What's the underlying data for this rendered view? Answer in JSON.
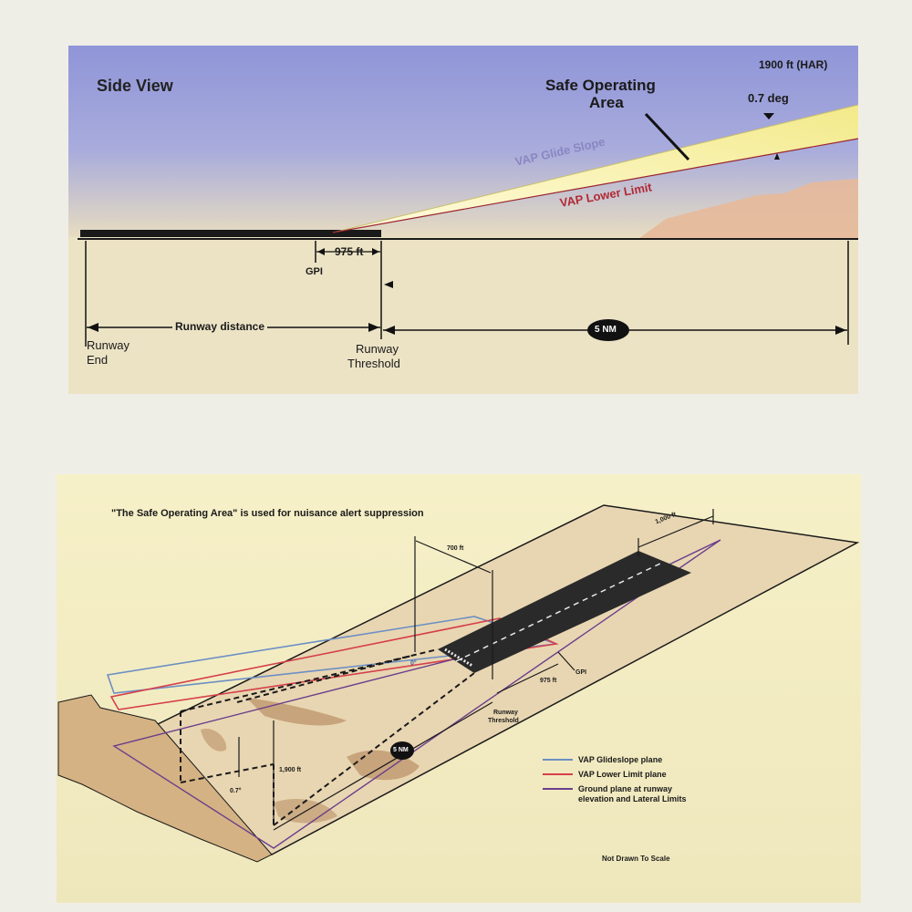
{
  "side_view": {
    "title": "Side View",
    "altitude_label": "1900 ft (HAR)",
    "soa_label_line1": "Safe Operating",
    "soa_label_line2": "Area",
    "angle_label": "0.7 deg",
    "glide_slope_label": "VAP Glide Slope",
    "lower_limit_label": "VAP Lower Limit",
    "gpi_distance": "975 ft",
    "gpi_label": "GPI",
    "runway_distance_label": "Runway distance",
    "nm_marker": "5 NM",
    "runway_end_line1": "Runway",
    "runway_end_line2": "End",
    "threshold_line1": "Runway",
    "threshold_line2": "Threshold"
  },
  "plan_view": {
    "caption": "\"The Safe Operating Area\" is used for nuisance alert suppression",
    "width_1000": "1,000 ft",
    "width_700": "700 ft",
    "gpi_label": "GPI",
    "gpi_distance": "975 ft",
    "threshold_line1": "Runway",
    "threshold_line2": "Threshold",
    "nm_marker": "5 NM",
    "height_label": "1,900 ft",
    "angle_label": "0.7°",
    "small_angle_label": "0°",
    "legend": [
      {
        "label": "VAP Glideslope plane",
        "color": "#6c8fc4"
      },
      {
        "label": "VAP Lower Limit plane",
        "color": "#d6404b"
      },
      {
        "label": "Ground plane at runway elevation and Lateral Limits",
        "color": "#6b3f8c"
      }
    ],
    "scale_note": "Not Drawn To Scale"
  }
}
